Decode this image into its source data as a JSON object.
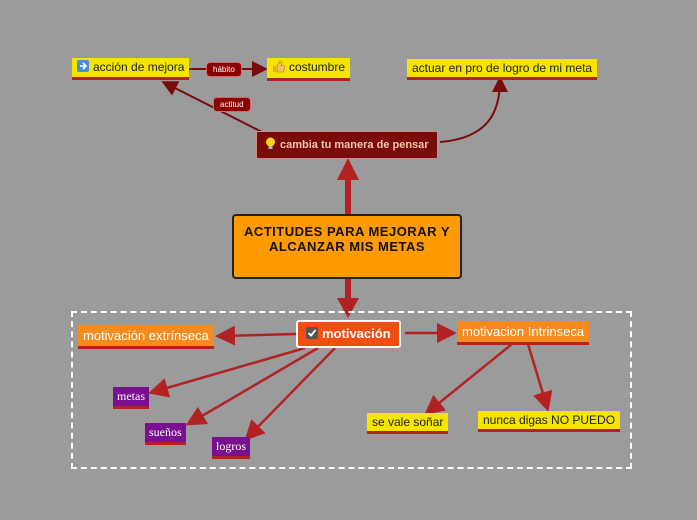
{
  "central": {
    "title": "ACTITUDES PARA MEJORAR Y ALCANZAR MIS METAS"
  },
  "top": {
    "cambia": "cambia tu manera de pensar",
    "accion": "acción de mejora",
    "costumbre": "costumbre",
    "actuar": "actuar en pro de logro de mi meta",
    "label_habito": "hábito",
    "label_actitud": "actitud"
  },
  "bottom": {
    "motivacion": "motivación",
    "extrinseca": "motivación extrínseca",
    "intrinseca": "motivacion Intrinseca",
    "metas": "metas",
    "suenos": "sueños",
    "logros": "logros",
    "vale": "se vale soñar",
    "nunca": "nunca digas NO PUEDO"
  },
  "colors": {
    "background": "#9b9b9b",
    "connector": "#b22222",
    "central": "#ff9a00",
    "motivacion": "#f24e12",
    "yellow_topic": "#f5e400",
    "orange_topic": "#f58a1f",
    "purple_topic": "#7a0f8f",
    "dark_topic": "#7a0b0b"
  },
  "icons": {
    "accion": "arrow-right-icon",
    "costumbre": "thumbs-up-icon",
    "cambia": "lightbulb-icon",
    "motivacion": "checkbox-icon"
  }
}
